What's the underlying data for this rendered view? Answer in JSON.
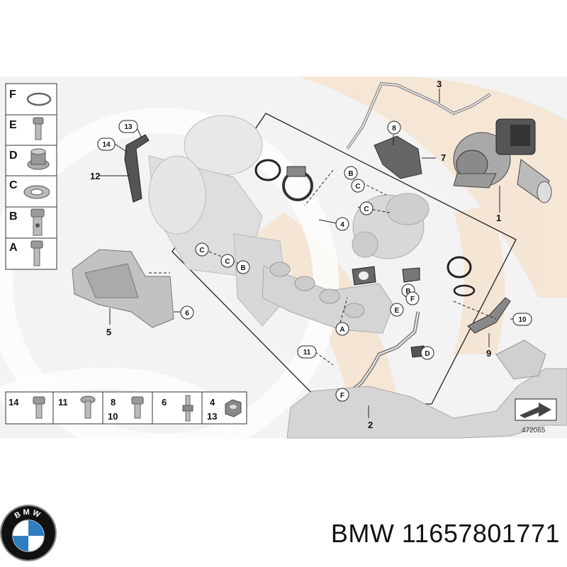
{
  "brand": {
    "name": "BMW",
    "part_number": "11657801771",
    "logo_letters": "BMW",
    "colors": {
      "blue": "#2f7ec0",
      "ring": "#111111"
    }
  },
  "diagram": {
    "ref_number": "472065",
    "legend_left": [
      {
        "key": "F",
        "icon": "o-ring-seal-icon"
      },
      {
        "key": "E",
        "icon": "bolt-icon"
      },
      {
        "key": "D",
        "icon": "flange-nut-icon"
      },
      {
        "key": "C",
        "icon": "flat-washer-icon"
      },
      {
        "key": "B",
        "icon": "hollow-bolt-icon"
      },
      {
        "key": "A",
        "icon": "hex-bolt-icon"
      }
    ],
    "legend_bottom": [
      {
        "label1": "14",
        "label2": "",
        "icon": "hex-bolt-icon"
      },
      {
        "label1": "11",
        "label2": "",
        "icon": "torx-bolt-icon"
      },
      {
        "label1": "8",
        "label2": "10",
        "icon": "flange-bolt-icon"
      },
      {
        "label1": "6",
        "label2": "",
        "icon": "stud-icon"
      },
      {
        "label1": "4",
        "label2": "13",
        "icon": "hex-nut-icon"
      }
    ],
    "callouts_plain": [
      "1",
      "2",
      "3",
      "5",
      "7",
      "9",
      "12"
    ],
    "callouts_circled_numbers": [
      "4",
      "6",
      "8",
      "10",
      "11",
      "13",
      "14"
    ],
    "callouts_circled_letters": [
      "A",
      "B",
      "B",
      "B",
      "C",
      "C",
      "C",
      "C",
      "D",
      "E",
      "F",
      "F"
    ]
  }
}
